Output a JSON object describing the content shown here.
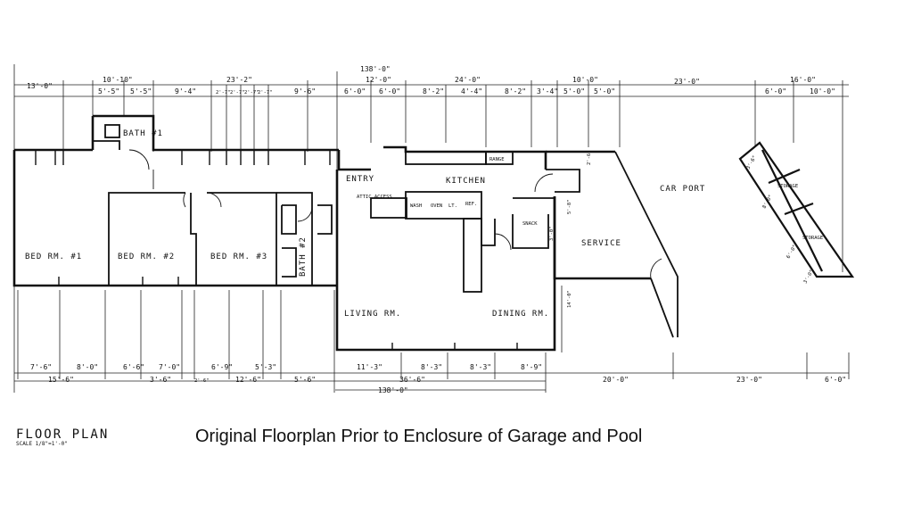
{
  "caption": "Original Floorplan Prior to Enclosure of Garage and Pool",
  "title_block": {
    "title": "FLOOR PLAN",
    "scale": "SCALE 1/8\"=1'-0\""
  },
  "rooms": {
    "bed1": "BED RM. #1",
    "bed2": "BED RM. #2",
    "bed3": "BED RM. #3",
    "bath1": "BATH #1",
    "bath2": "BATH #2",
    "entry": "ENTRY",
    "kitchen": "KITCHEN",
    "living": "LIVING RM.",
    "dining": "DINING RM.",
    "service": "SERVICE",
    "snack": "SNACK",
    "carport": "CAR PORT",
    "storage1": "STORAGE",
    "storage2": "STORAGE",
    "attic": "ATTIC ACCESS",
    "range": "RANGE",
    "washer": "WASH",
    "oven": "OVEN",
    "lt": "LT.",
    "ref": "REF."
  },
  "dims_top": {
    "overall": "138'-0\"",
    "d13": "13'-0\"",
    "d10_10": "10'-10\"",
    "d5_5a": "5'-5\"",
    "d5_5b": "5'-5\"",
    "d9_4": "9'-4\"",
    "d23_2": "23'-2\"",
    "d2_7a": "2'-7\"",
    "d2_7b": "2'-7\"",
    "d2_7c": "2'-7\"",
    "d2_7d": "2'-7\"",
    "d9_6": "9'-6\"",
    "d12_0": "12'-0\"",
    "d6_0a": "6'-0\"",
    "d6_0b": "6'-0\"",
    "d24_0": "24'-0\"",
    "d8_2a": "8'-2\"",
    "d4_4": "4'-4\"",
    "d8_2b": "8'-2\"",
    "d3_4": "3'-4\"",
    "d10_0": "10'-0\"",
    "d5_0a": "5'-0\"",
    "d5_0b": "5'-0\"",
    "d23_0": "23'-0\"",
    "d16_0": "16'-0\"",
    "d6_0c": "6'-0\"",
    "d10_0b": "10'-0\""
  },
  "dims_bottom": {
    "overall": "138'-0\"",
    "d7_6": "7'-6\"",
    "d8_0": "8'-0\"",
    "d15_6": "15'-6\"",
    "d6_6": "6'-6\"",
    "d7_0": "7'-0\"",
    "d3_6": "3'-6\"",
    "d2_6": "2'-6\"",
    "d6_9": "6'-9\"",
    "d5_3": "5'-3\"",
    "d12_6": "12'-6\"",
    "d5_6": "5'-6\"",
    "d11_3": "11'-3\"",
    "d8_3a": "8'-3\"",
    "d36_6": "36'-6\"",
    "d8_3b": "8'-3\"",
    "d8_9": "8'-9\"",
    "d20_0": "20'-0\"",
    "d23_0": "23'-0\"",
    "d6_0": "6'-0\""
  },
  "dims_side": {
    "d3_0": "3'-0\"",
    "d5_8": "5'-8\"",
    "d14_0": "14'-0\"",
    "d2_6": "2'-6\"",
    "d3_6": "3'-6\"",
    "d8_0": "8'-0\"",
    "d6_0": "6'-0\"",
    "d3_0b": "3'-0\""
  }
}
